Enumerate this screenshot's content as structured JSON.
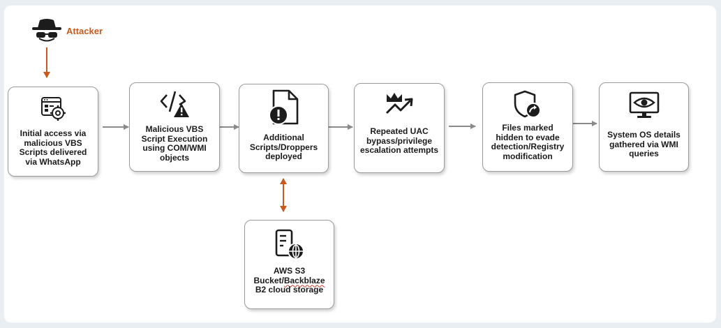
{
  "attacker": {
    "label": "Attacker"
  },
  "steps": [
    {
      "text": "Initial access via malicious VBS Scripts delivered via WhatsApp",
      "icon": "dashboard-gear-icon"
    },
    {
      "text": "Malicious VBS Script Execution using COM/WMI objects",
      "icon": "code-warning-icon"
    },
    {
      "text": "Additional Scripts/Droppers deployed",
      "icon": "file-alert-icon"
    },
    {
      "text": "Repeated UAC bypass/privilege escalation attempts",
      "icon": "crown-trend-up-icon"
    },
    {
      "text": "Files marked hidden to evade detection/Registry modification",
      "icon": "shield-redirect-icon"
    },
    {
      "text": "System OS details gathered via WMI queries",
      "icon": "monitor-eye-icon"
    }
  ],
  "storage": {
    "line1": "AWS S3",
    "line2a": "Bucket/",
    "line2b": "Backblaze",
    "line3": "B2 cloud storage",
    "icon": "server-globe-icon"
  },
  "colors": {
    "accent": "#c85a1e",
    "arrow": "#8a8a8a",
    "border": "#9a9a9a"
  }
}
